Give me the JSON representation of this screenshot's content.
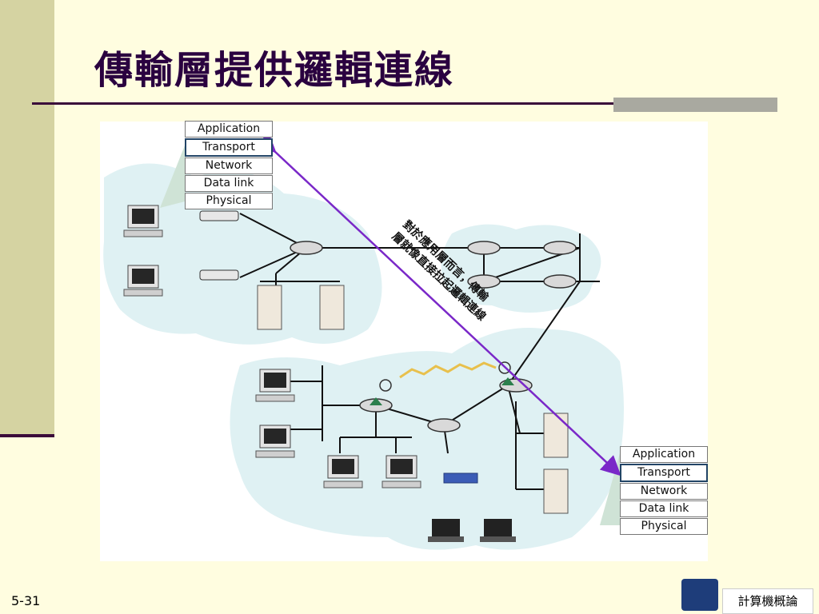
{
  "slide": {
    "title": "傳輸層提供邏輯連線",
    "page_number": "5-31",
    "footer_label": "計算機概論"
  },
  "diagram": {
    "stack_top": [
      "Application",
      "Transport",
      "Network",
      "Data link",
      "Physical"
    ],
    "stack_bottom": [
      "Application",
      "Transport",
      "Network",
      "Data link",
      "Physical"
    ],
    "annotation_line1": "對於應用層而言，傳輸",
    "annotation_line2": "層就像直接拉起邏輯連線"
  },
  "colors": {
    "arrow": "#7a28c8",
    "cloud": "#dff1f3",
    "title": "#2a0140"
  }
}
